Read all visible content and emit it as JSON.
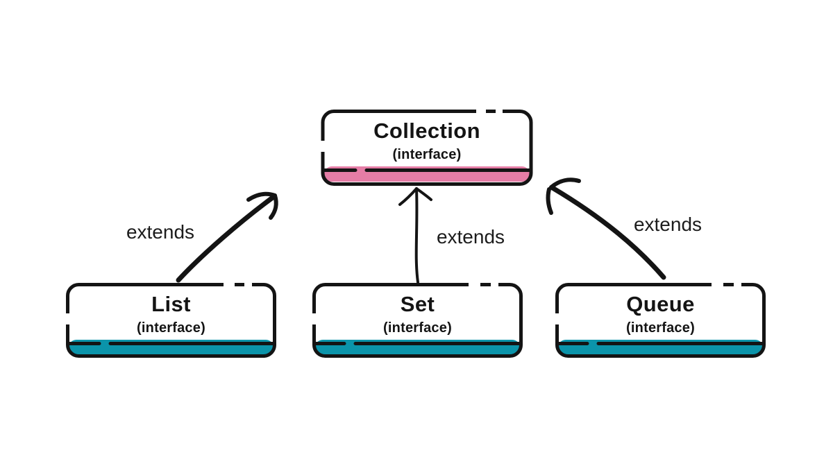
{
  "diagram": {
    "background": "#ffffff",
    "outline_color": "#141414",
    "nodes": [
      {
        "id": "collection",
        "title": "Collection",
        "subtitle": "(interface)",
        "accent": "#e57da6"
      },
      {
        "id": "list",
        "title": "List",
        "subtitle": "(interface)",
        "accent": "#0b94aa"
      },
      {
        "id": "set",
        "title": "Set",
        "subtitle": "(interface)",
        "accent": "#0b94aa"
      },
      {
        "id": "queue",
        "title": "Queue",
        "subtitle": "(interface)",
        "accent": "#0b94aa"
      }
    ],
    "edges": [
      {
        "from": "List",
        "to": "Collection",
        "label": "extends"
      },
      {
        "from": "Set",
        "to": "Collection",
        "label": "extends"
      },
      {
        "from": "Queue",
        "to": "Collection",
        "label": "extends"
      }
    ]
  }
}
